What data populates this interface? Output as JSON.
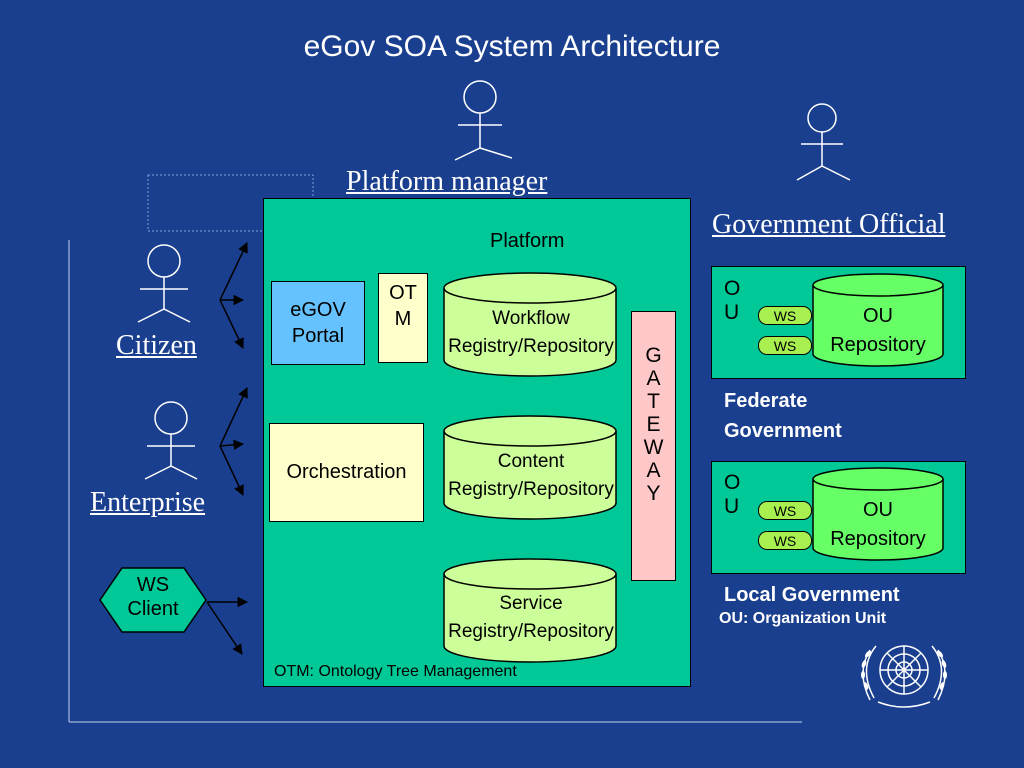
{
  "title": "eGov SOA System Architecture",
  "actors": {
    "platform_manager": "Platform manager",
    "government_official": "Government Official",
    "citizen": "Citizen",
    "enterprise": "Enterprise"
  },
  "ws_client": {
    "line1": "WS",
    "line2": "Client"
  },
  "platform": {
    "label": "Platform",
    "egov_portal": {
      "line1": "eGOV",
      "line2": "Portal"
    },
    "otm": {
      "line1": "OT",
      "line2": "M"
    },
    "orchestration": "Orchestration",
    "workflow": {
      "line1": "Workflow",
      "line2": "Registry/Repository"
    },
    "content": {
      "line1": "Content",
      "line2": "Registry/Repository"
    },
    "service": {
      "line1": "Service",
      "line2": "Registry/Repository"
    },
    "gateway_letters": [
      "G",
      "A",
      "T",
      "E",
      "W",
      "A",
      "Y"
    ],
    "footnote": "OTM: Ontology Tree Management"
  },
  "ou_blocks": {
    "federate": {
      "o": "O",
      "u": "U",
      "ws1": "WS",
      "ws2": "WS",
      "repo_line1": "OU",
      "repo_line2": "Repository",
      "caption_line1": "Federate",
      "caption_line2": "Government"
    },
    "local": {
      "o": "O",
      "u": "U",
      "ws1": "WS",
      "ws2": "WS",
      "repo_line1": "OU",
      "repo_line2": "Repository",
      "caption": "Local Government",
      "note": "OU: Organization Unit"
    }
  },
  "colors": {
    "background": "#1a3f8f",
    "platform": "#00c896",
    "portal": "#66c2ff",
    "otm": "#ffffcc",
    "cylinder": "#ccff99",
    "ou_repository": "#66ff66",
    "gateway": "#ffc8c8",
    "ws_pill": "#a8f050"
  },
  "logo": "un-emblem-icon"
}
